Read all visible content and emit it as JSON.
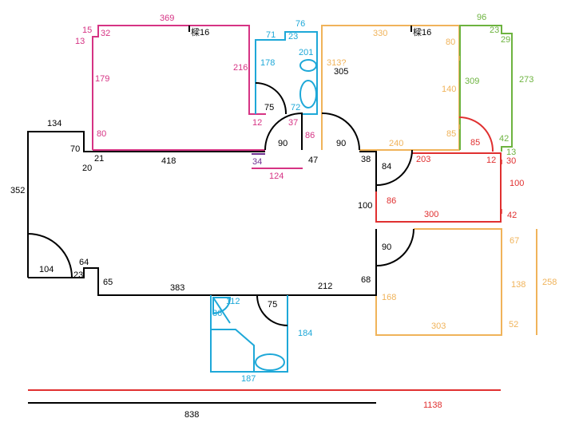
{
  "colors": {
    "black": "#000000",
    "magenta": "#d63384",
    "cyan": "#1ea8d8",
    "orange": "#f0b35a",
    "green": "#6db33f",
    "red": "#e03030",
    "purple": "#6f2f8f"
  },
  "labels": {
    "m369": "369",
    "m15": "15",
    "m32": "32",
    "m13": "13",
    "m179": "179",
    "m80": "80",
    "m216": "216",
    "m12": "12",
    "m37": "37",
    "m86": "86",
    "m124": "124",
    "beam_left": "樑16",
    "beam_right": "樑16",
    "c76": "76",
    "c71": "71",
    "c23": "23",
    "c178": "178",
    "c201": "201",
    "c72": "72",
    "o330": "330",
    "o80": "80",
    "o313": "313?",
    "o140": "140",
    "o85": "85",
    "o240": "240",
    "k305": "305",
    "g96": "96",
    "g23": "23",
    "g29": "29",
    "g309": "309",
    "g273": "273",
    "g42": "42",
    "g13": "13",
    "r203": "203",
    "r12": "12",
    "r30": "30",
    "r100": "100",
    "r86": "86",
    "r300": "300",
    "r42": "42",
    "r85": "85",
    "k134": "134",
    "k70": "70",
    "k21": "21",
    "k20": "20",
    "k418": "418",
    "k47": "47",
    "k38": "38",
    "p34": "34",
    "k90a": "90",
    "k90b": "90",
    "k75a": "75",
    "k84": "84",
    "k90c": "90",
    "k100": "100",
    "k352": "352",
    "k104": "104",
    "k64": "64",
    "k23": "23",
    "k65": "65",
    "k383": "383",
    "k212": "212",
    "k68": "68",
    "o67": "67",
    "o138": "138",
    "o258": "258",
    "o52": "52",
    "o168": "168",
    "o303": "303",
    "c112": "112",
    "c86": "86",
    "k75b": "75",
    "c184": "184",
    "c187": "187",
    "r1138": "1138",
    "k838": "838"
  }
}
